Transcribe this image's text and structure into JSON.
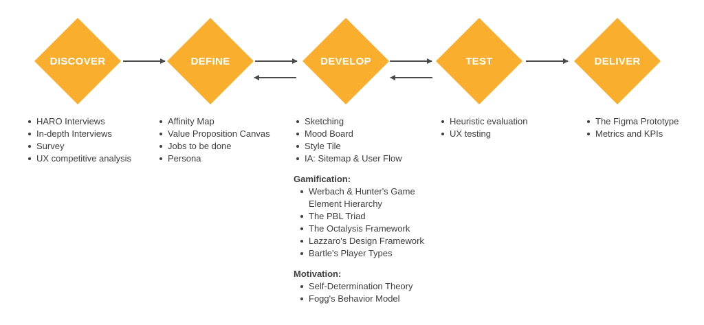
{
  "colors": {
    "diamond": "#f9ae2d",
    "text": "#3d3d3d",
    "arrow": "#4a4a4a"
  },
  "stages": [
    {
      "label": "DISCOVER",
      "items": [
        "HARO Interviews",
        "In-depth Interviews",
        "Survey",
        "UX competitive analysis"
      ]
    },
    {
      "label": "DEFINE",
      "items": [
        "Affinity Map",
        "Value Proposition Canvas",
        "Jobs to be done",
        "Persona"
      ]
    },
    {
      "label": "DEVELOP",
      "items": [
        "Sketching",
        "Mood Board",
        "Style Tile",
        "IA: Sitemap & User Flow"
      ],
      "sections": [
        {
          "title": "Gamification:",
          "items": [
            "Werbach & Hunter's Game Element Hierarchy",
            "The PBL Triad",
            "The Octalysis Framework",
            "Lazzaro's Design Framework",
            "Bartle's Player Types"
          ]
        },
        {
          "title": "Motivation:",
          "items": [
            "Self-Determination Theory",
            "Fogg's Behavior Model"
          ]
        }
      ]
    },
    {
      "label": "TEST",
      "items": [
        "Heuristic evaluation",
        "UX testing"
      ]
    },
    {
      "label": "DELIVER",
      "items": [
        "The Figma Prototype",
        "Metrics and KPIs"
      ]
    }
  ]
}
